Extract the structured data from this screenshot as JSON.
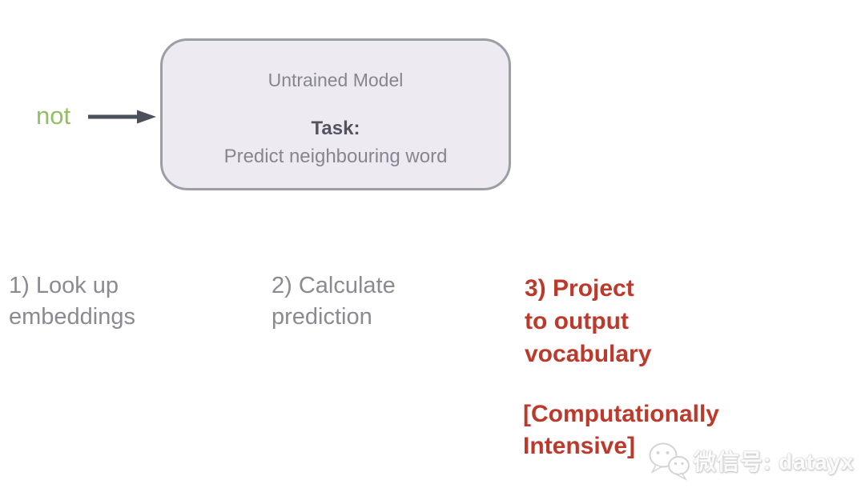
{
  "palette": {
    "text_gray": "#87868f",
    "text_dark": "#55545e",
    "step_gray": "#8a8a92",
    "accent_red": "#bc3a2c",
    "input_green": "#92bf63",
    "arrow_gray": "#4a515b",
    "box_fill": "#edeaf2",
    "box_border": "#9d9da5"
  },
  "model_box": {
    "title": "Untrained Model",
    "task_label": "Task:",
    "task_description": "Predict neighbouring word"
  },
  "input_word": "not",
  "steps": [
    {
      "label": "1) Look up\nembeddings"
    },
    {
      "label": "2) Calculate\nprediction"
    },
    {
      "label": "3) Project\nto output\nvocabulary"
    }
  ],
  "note": "[Computationally\nIntensive]",
  "watermark": {
    "icon": "wechat-icon",
    "label": "微信号: datayx"
  }
}
